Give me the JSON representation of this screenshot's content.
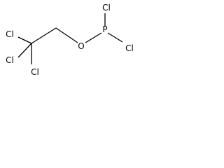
{
  "molecule": {
    "atoms": {
      "cl_top_left": "Cl",
      "cl_mid_left": "Cl",
      "cl_bottom": "Cl",
      "oxygen": "O",
      "phosphorus": "P",
      "cl_p_top": "Cl",
      "cl_p_right": "Cl"
    }
  }
}
